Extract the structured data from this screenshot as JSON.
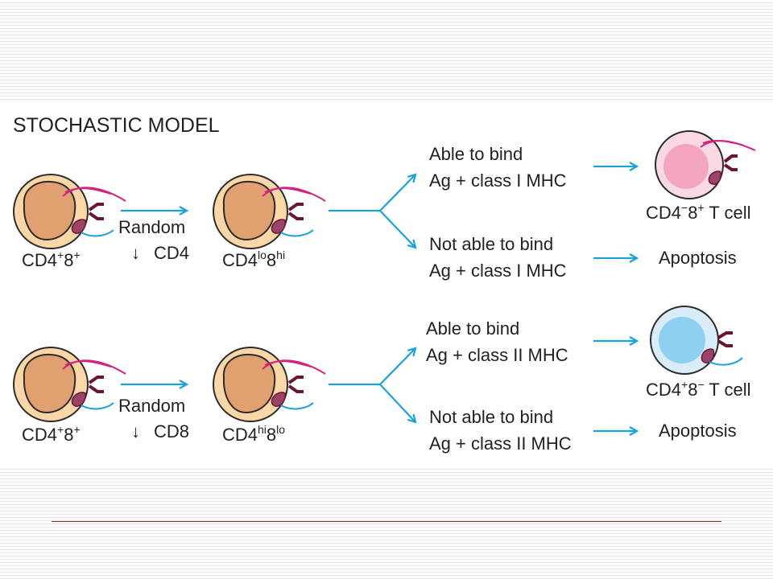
{
  "diagram": {
    "title": "STOCHASTIC MODEL",
    "top": {
      "initial_cell": {
        "main": "CD4",
        "sup1": "+",
        "mid": "8",
        "sup2": "+"
      },
      "process": {
        "line1": "Random",
        "arrow": "↓",
        "line2": "CD4"
      },
      "intermediate_cell": {
        "main": "CD4",
        "sup1": "lo",
        "mid": "8",
        "sup2": "hi"
      },
      "able": {
        "line1": "Able to bind",
        "line2": "Ag + class I MHC"
      },
      "not_able": {
        "line1": "Not able to bind",
        "line2": "Ag + class I MHC"
      },
      "result_cell": {
        "main": "CD4",
        "sup1": "−",
        "mid": "8",
        "sup2": "+",
        "suffix": "T cell"
      },
      "apoptosis": "Apoptosis"
    },
    "bottom": {
      "initial_cell": {
        "main": "CD4",
        "sup1": "+",
        "mid": "8",
        "sup2": "+"
      },
      "process": {
        "line1": "Random",
        "arrow": "↓",
        "line2": "CD8"
      },
      "intermediate_cell": {
        "main": "CD4",
        "sup1": "hi",
        "mid": "8",
        "sup2": "lo"
      },
      "able": {
        "line1": "Able to bind",
        "line2": "Ag + class II MHC"
      },
      "not_able": {
        "line1": "Not able to bind",
        "line2": "Ag + class II MHC"
      },
      "result_cell": {
        "main": "CD4",
        "sup1": "+",
        "mid": "8",
        "sup2": "−",
        "suffix": "T cell"
      },
      "apoptosis": "Apoptosis"
    },
    "colors": {
      "arrow": "#1ba1dc",
      "cell_outer": "#fbd6a6",
      "cell_nucleus": "#e0a070",
      "cell_outline": "#2b2b2b",
      "cd8_cell_outer": "#fbd9e3",
      "cd8_cell_nucleus": "#f4a6c1",
      "cd4_cell_outer": "#d8edf9",
      "cd4_cell_nucleus": "#8fcff0",
      "receptor_dark": "#6b1535",
      "receptor_fill": "#9b4366",
      "magenta_line": "#d2237f",
      "blue_line": "#1ba1dc",
      "footer_rule": "#9a2323"
    }
  }
}
